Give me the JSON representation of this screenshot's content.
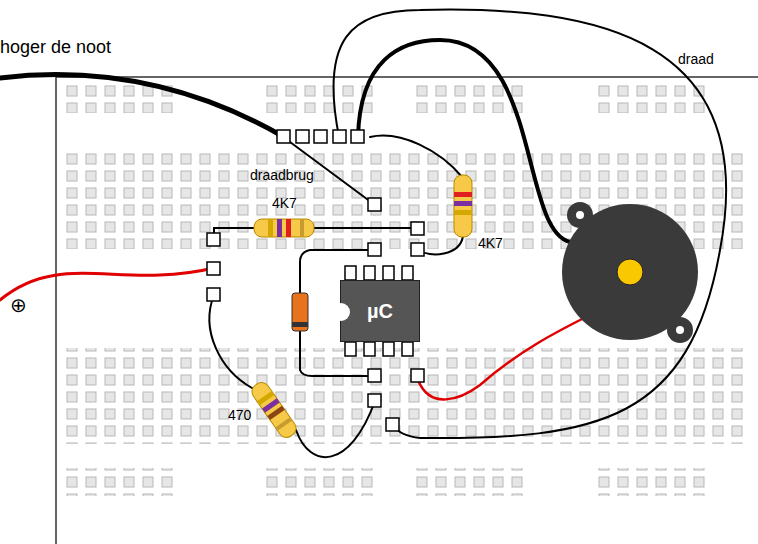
{
  "diagram": {
    "nodes": [
      {
        "text": [
          "µC"
        ]
      }
    ],
    "labels": [
      "hoger de noot",
      "draad",
      "draadbrug",
      "4K7",
      "4K7",
      "470",
      "⊕"
    ]
  }
}
